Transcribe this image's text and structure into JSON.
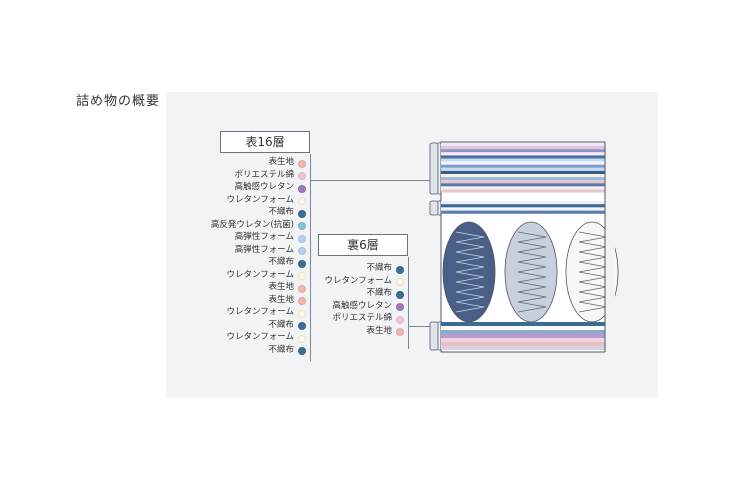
{
  "heading": "詰め物の概要",
  "top_group": {
    "title": "表16層",
    "layers": [
      {
        "label": "表生地",
        "color": "#f2b8b0"
      },
      {
        "label": "ポリエステル綿",
        "color": "#f1c6dc"
      },
      {
        "label": "高触感ウレタン",
        "color": "#9b7bc0"
      },
      {
        "label": "ウレタンフォーム",
        "color": "#fbf7e0"
      },
      {
        "label": "不織布",
        "color": "#3d6e96"
      },
      {
        "label": "高反発ウレタン(抗菌)",
        "color": "#88c2d8"
      },
      {
        "label": "高弾性フォーム",
        "color": "#b6d0ec"
      },
      {
        "label": "高弾性フォーム",
        "color": "#b6d0ec"
      },
      {
        "label": "不織布",
        "color": "#3d6e96"
      },
      {
        "label": "ウレタンフォーム",
        "color": "#fbf7e0"
      },
      {
        "label": "表生地",
        "color": "#f2b8b0"
      },
      {
        "label": "表生地",
        "color": "#f2b8b0"
      },
      {
        "label": "ウレタンフォーム",
        "color": "#fbf7e0"
      },
      {
        "label": "不織布",
        "color": "#3d6e96"
      },
      {
        "label": "ウレタンフォーム",
        "color": "#fbf7e0"
      },
      {
        "label": "不織布",
        "color": "#3d6e96"
      }
    ]
  },
  "bottom_group": {
    "title": "裏6層",
    "layers": [
      {
        "label": "不織布",
        "color": "#3d6e96"
      },
      {
        "label": "ウレタンフォーム",
        "color": "#fbf7e0"
      },
      {
        "label": "不織布",
        "color": "#3d6e96"
      },
      {
        "label": "高触感ウレタン",
        "color": "#9b7bc0"
      },
      {
        "label": "ポリエステル綿",
        "color": "#f1c6dc"
      },
      {
        "label": "表生地",
        "color": "#f2b8b0"
      }
    ]
  },
  "cross_section": {
    "top_stripes": [
      "#ece9f4",
      "#dcc3df",
      "#8b95c8",
      "#fbe9ee",
      "#4e6fa3",
      "#c7dcf0",
      "#f3f6fb",
      "#7d9ccc",
      "#cbd9ef",
      "#2f5e8f",
      "#f7eee0",
      "#9ab8de",
      "#e6c6cb",
      "#5a79aa",
      "#f3f0f6",
      "#e9c6c6"
    ],
    "middle_stripes": [
      "#edf0f4",
      "#3a6a96",
      "#f3f3f8",
      "#5d80b0"
    ],
    "bottom_stripes": [
      "#3a6a96",
      "#fbfbf4",
      "#8fa8cc",
      "#b99ccd",
      "#f0d2e2",
      "#e8c0c0",
      "#d8d0e6"
    ],
    "spring_colors": [
      "#4a5f86",
      "#c9cfdc",
      "#f7f7f7"
    ]
  }
}
